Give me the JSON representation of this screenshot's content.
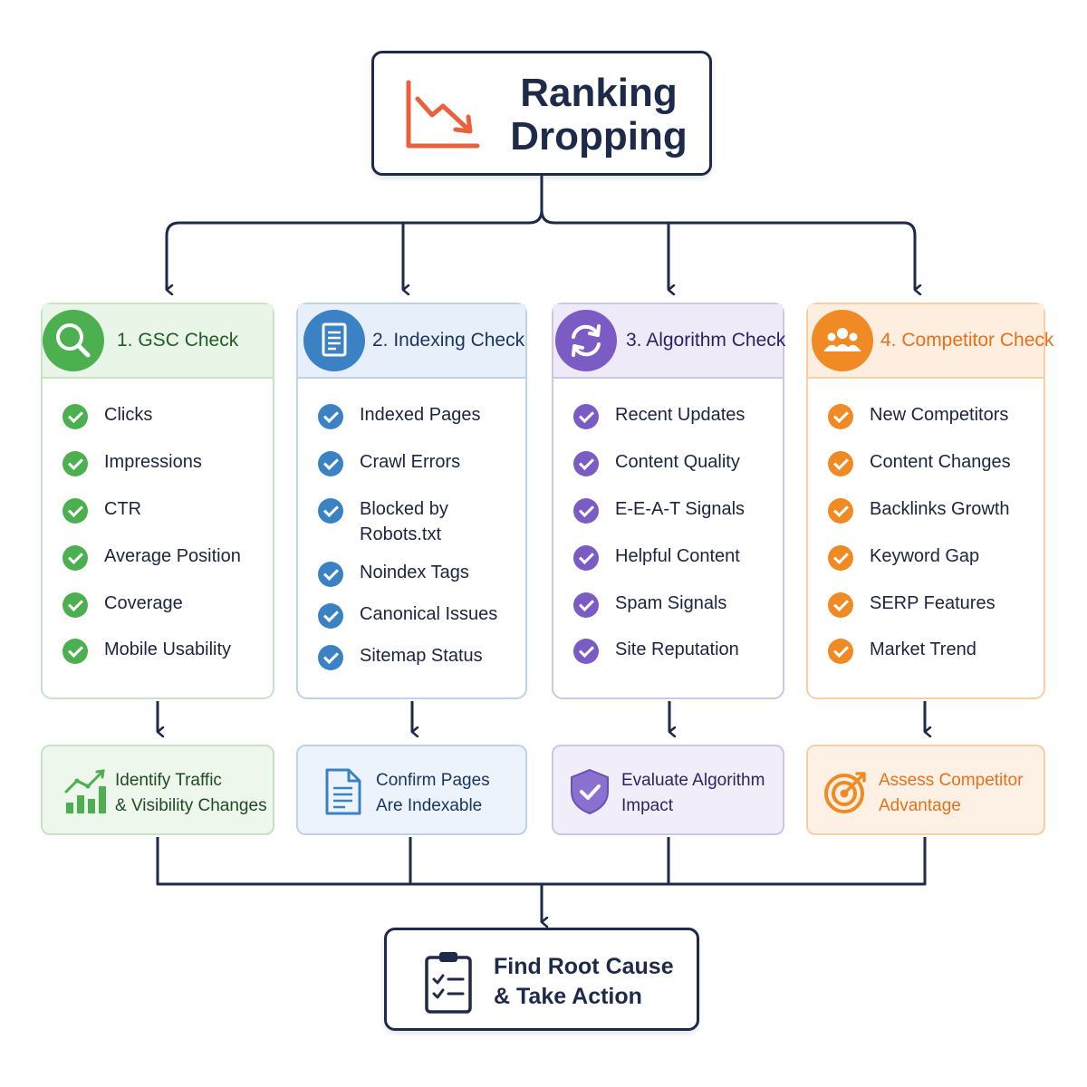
{
  "header": {
    "title_line1": "Ranking",
    "title_line2": "Dropping"
  },
  "columns": [
    {
      "title": "1. GSC Check",
      "icon": "search-icon",
      "accent": "#4caf50",
      "items": [
        "Clicks",
        "Impressions",
        "CTR",
        "Average Position",
        "Coverage",
        "Mobile Usability"
      ],
      "result": {
        "line1": "Identify Traffic",
        "line2": "& Visibility Changes",
        "icon": "growth-chart-icon"
      }
    },
    {
      "title": "2. Indexing Check",
      "icon": "document-icon",
      "accent": "#3b82c4",
      "items": [
        "Indexed Pages",
        "Crawl Errors",
        "Blocked by Robots.txt",
        "Noindex Tags",
        "Canonical Issues",
        "Sitemap Status"
      ],
      "result": {
        "line1": "Confirm Pages",
        "line2": "Are Indexable",
        "icon": "file-icon"
      }
    },
    {
      "title": "3. Algorithm Check",
      "icon": "refresh-icon",
      "accent": "#7b5cc4",
      "items": [
        "Recent Updates",
        "Content Quality",
        "E-E-A-T Signals",
        "Helpful Content",
        "Spam Signals",
        "Site Reputation"
      ],
      "result": {
        "line1": "Evaluate Algorithm",
        "line2": "Impact",
        "icon": "shield-check-icon"
      }
    },
    {
      "title": "4. Competitor Check",
      "icon": "users-icon",
      "accent": "#f08a24",
      "items": [
        "New Competitors",
        "Content Changes",
        "Backlinks Growth",
        "Keyword Gap",
        "SERP Features",
        "Market Trend"
      ],
      "result": {
        "line1": "Assess Competitor",
        "line2": "Advantage",
        "icon": "target-icon"
      }
    }
  ],
  "footer": {
    "line1": "Find Root Cause",
    "line2": "& Take Action",
    "icon": "clipboard-checklist-icon"
  },
  "colors": {
    "navy": "#1e2a4a",
    "trend": "#e8613c"
  }
}
